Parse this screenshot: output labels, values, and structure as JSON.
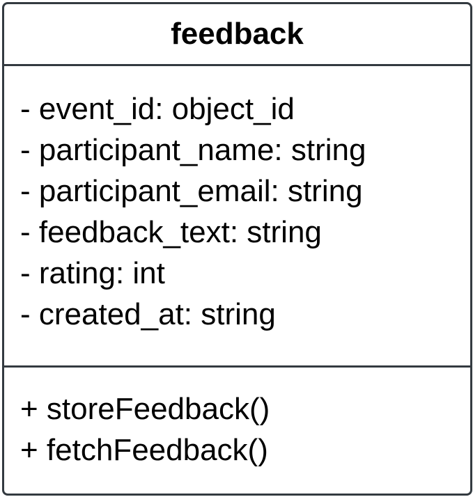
{
  "class": {
    "name": "feedback",
    "attributes": [
      "- event_id: object_id",
      "- participant_name: string",
      "- participant_email: string",
      "- feedback_text: string",
      "- rating: int",
      "- created_at: string"
    ],
    "methods": [
      "+ storeFeedback()",
      "+ fetchFeedback()"
    ]
  },
  "colors": {
    "border": "#333a40",
    "text": "#000000",
    "background": "#ffffff"
  }
}
